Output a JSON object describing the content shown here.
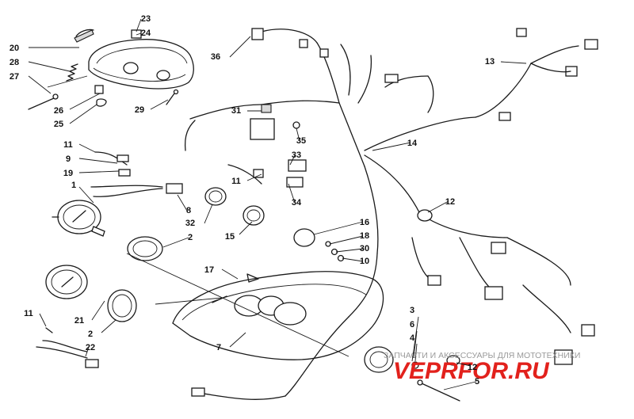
{
  "callouts": [
    "1",
    "2",
    "3",
    "4",
    "5",
    "6",
    "7",
    "8",
    "9",
    "10",
    "11",
    "12",
    "13",
    "14",
    "15",
    "16",
    "17",
    "18",
    "19",
    "20",
    "21",
    "22",
    "23",
    "24",
    "25",
    "26",
    "27",
    "28",
    "29",
    "30",
    "31",
    "32",
    "33",
    "34",
    "35",
    "36"
  ],
  "watermark": {
    "tagline": "ЗАПЧАСТИ И АКСЕССУАРЫ ДЛЯ МОТОТЕХНИКИ",
    "brand": "VEPRFOR.RU"
  },
  "colors": {
    "line": "#1a1a1a",
    "brand": "#e2211c",
    "tagline": "#9a9a9a"
  }
}
